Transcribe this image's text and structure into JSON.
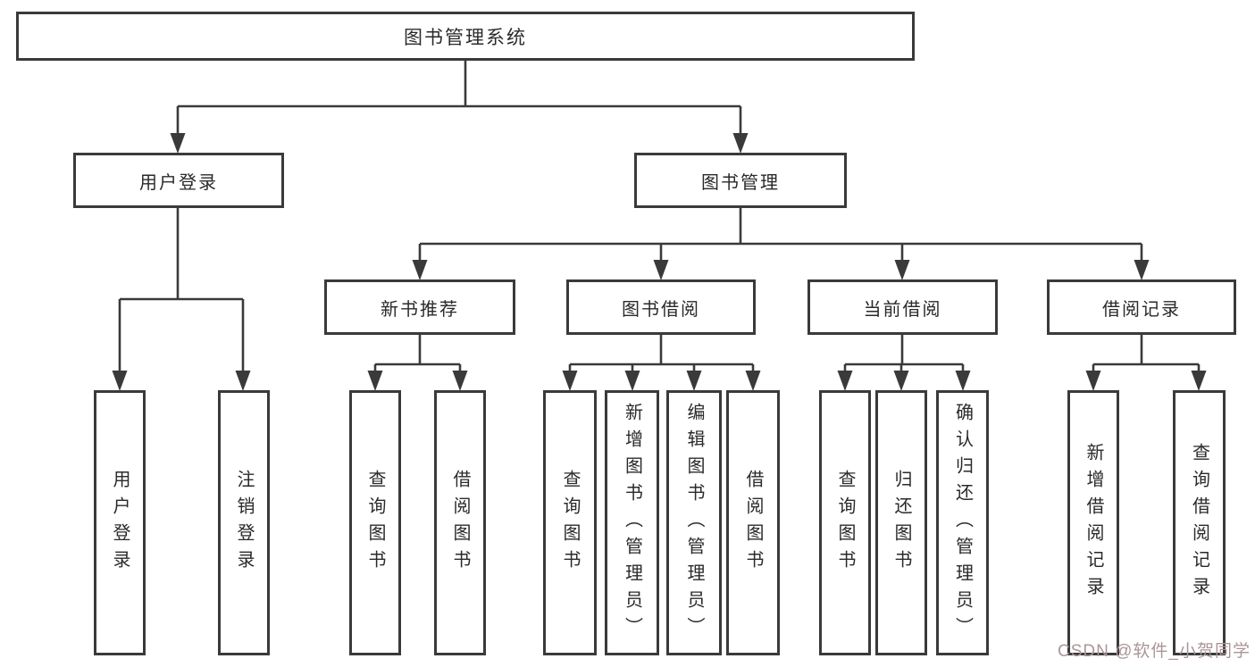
{
  "diagram": {
    "title_node": "图书管理系统",
    "branches": [
      {
        "label": "用户登录",
        "children": [
          "用户登录",
          "注销登录"
        ]
      },
      {
        "label": "图书管理",
        "modules": [
          {
            "label": "新书推荐",
            "children": [
              "查询图书",
              "借阅图书"
            ]
          },
          {
            "label": "图书借阅",
            "children": [
              "查询图书",
              "新增图书（管理员）",
              "编辑图书（管理员）",
              "借阅图书"
            ]
          },
          {
            "label": "当前借阅",
            "children": [
              "查询图书",
              "归还图书",
              "确认归还（管理员）"
            ]
          },
          {
            "label": "借阅记录",
            "children": [
              "新增借阅记录",
              "查询借阅记录"
            ]
          }
        ]
      }
    ]
  },
  "watermark": "CSDN @软件_小贺同学",
  "colors": {
    "line": "#3a3a3a",
    "box_border": "#3a3a3a",
    "text": "#2a2a2a",
    "watermark": "#ab9598",
    "background": "#ffffff"
  }
}
